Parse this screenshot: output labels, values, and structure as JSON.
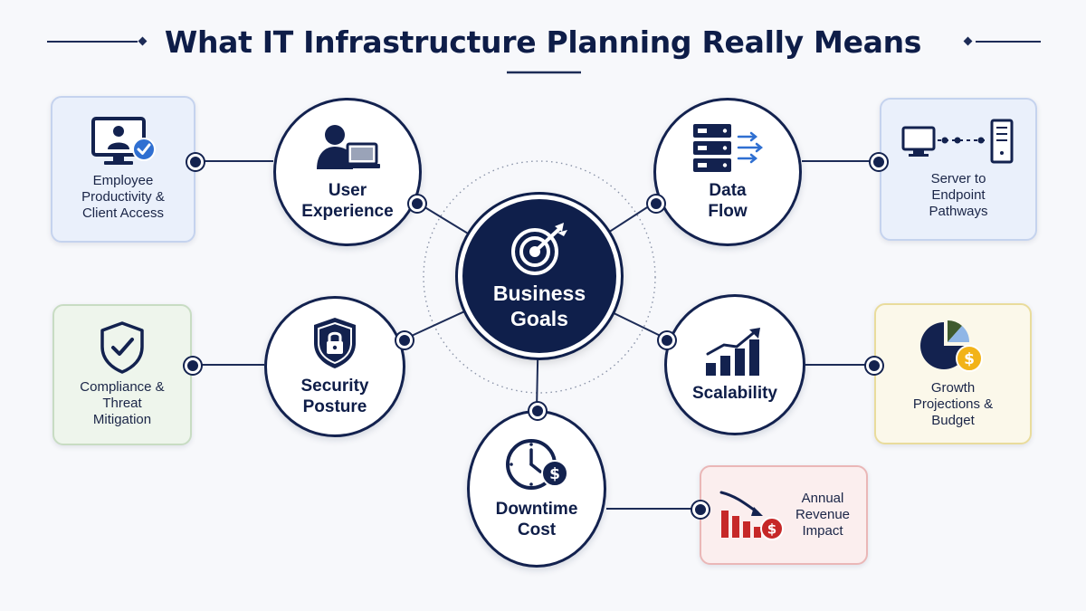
{
  "title": "What IT Infrastructure Planning Really Means",
  "colors": {
    "navy": "#0f1f4b",
    "accent_blue": "#2f6fd1",
    "alert_red": "#c62828",
    "gold": "#f2b318"
  },
  "hub": {
    "label": "Business\nGoals",
    "icon": "target-icon"
  },
  "nodes": {
    "user_experience": {
      "label": "User\nExperience",
      "icon": "user-laptop-icon"
    },
    "data_flow": {
      "label": "Data\nFlow",
      "icon": "server-stack-icon"
    },
    "security_posture": {
      "label": "Security\nPosture",
      "icon": "shield-lock-icon"
    },
    "scalability": {
      "label": "Scalability",
      "icon": "bar-growth-icon"
    },
    "downtime_cost": {
      "label": "Downtime\nCost",
      "icon": "clock-dollar-icon"
    }
  },
  "cards": {
    "employee_productivity": {
      "text": "Employee\nProductivity &\nClient Access",
      "icon": "monitor-user-check-icon"
    },
    "server_pathways": {
      "text": "Server to\nEndpoint\nPathways",
      "icon": "monitor-server-icon"
    },
    "compliance": {
      "text": "Compliance &\nThreat\nMitigation",
      "icon": "shield-check-icon"
    },
    "growth_budget": {
      "text": "Growth\nProjections &\nBudget",
      "icon": "pie-dollar-icon"
    },
    "revenue_impact": {
      "text": "Annual\nRevenue\nImpact",
      "icon": "declining-bars-dollar-icon"
    }
  }
}
